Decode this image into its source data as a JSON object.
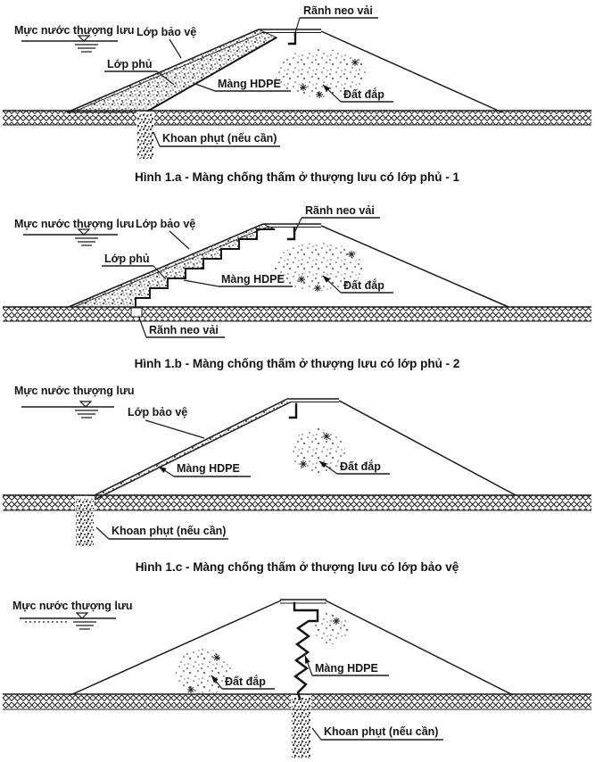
{
  "page": {
    "background": "#ffffff",
    "ink": "#1a1a1a"
  },
  "figures": [
    {
      "id": "1a",
      "caption": "Hình 1.a - Màng chống thấm ở thượng lưu có lớp phủ - 1",
      "labels": {
        "water_level": "Mực nước thượng lưu",
        "anchor_trench": "Rãnh neo vải",
        "protective_layer": "Lớp bảo vệ",
        "cover_layer": "Lớp phủ",
        "hdpe_membrane": "Màng HDPE",
        "fill_soil": "Đất đắp",
        "grouting": "Khoan phụt (nếu cần)"
      }
    },
    {
      "id": "1b",
      "caption": "Hình 1.b - Màng chống thấm ở thượng lưu có lớp phủ - 2",
      "labels": {
        "water_level": "Mực nước thượng lưu",
        "anchor_trench_top": "Rãnh neo vải",
        "protective_layer": "Lớp bảo vệ",
        "cover_layer": "Lớp phủ",
        "hdpe_membrane": "Màng HDPE",
        "fill_soil": "Đất đắp",
        "anchor_trench_bottom": "Rãnh neo vải"
      }
    },
    {
      "id": "1c",
      "caption": "Hình 1.c - Màng chống thấm ở thượng lưu có lớp bảo vệ",
      "labels": {
        "water_level": "Mực nước thượng lưu",
        "protective_layer": "Lớp bảo vệ",
        "hdpe_membrane": "Màng HDPE",
        "fill_soil": "Đất đắp",
        "grouting": "Khoan phụt (nếu cần)"
      }
    },
    {
      "id": "1d",
      "labels": {
        "water_level": "Mực nước thượng lưu",
        "hdpe_membrane": "Màng HDPE",
        "fill_soil": "Đất đắp",
        "grouting": "Khoan phụt (nếu cần)"
      }
    }
  ]
}
